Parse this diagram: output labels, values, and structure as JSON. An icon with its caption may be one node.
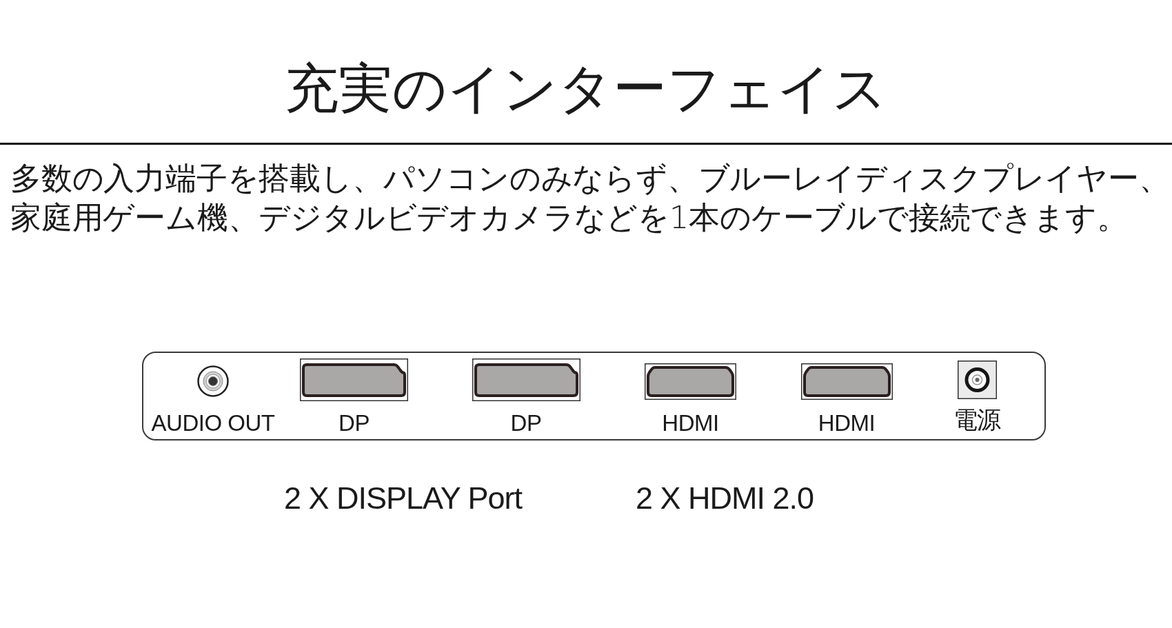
{
  "diagram": {
    "title": "充実のインターフェイス",
    "nodes": [
      {
        "text": [],
        "shape": "box"
      },
      {
        "text": [
          "AUDIO OUT"
        ],
        "in": 0
      },
      {
        "text": [
          "DP"
        ],
        "in": 0
      },
      {
        "text": [
          "DP"
        ],
        "in": 0
      },
      {
        "text": [
          "HDMI"
        ],
        "in": 0
      },
      {
        "text": [
          "HDMI"
        ],
        "in": 0
      },
      {
        "text": [
          "電源"
        ],
        "in": 0
      }
    ],
    "labels": [
      "多数の入力端子を搭載し、パソコンのみならず、ブルーレイディスクプレイヤー、家庭用ゲーム機、デジタルビデオカメラなどを1本のケーブルで接続できます。",
      "2 X DISPLAY Port",
      "2 X HDMI 2.0"
    ]
  }
}
